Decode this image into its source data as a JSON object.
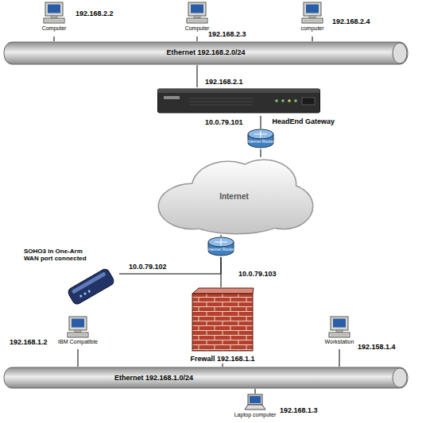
{
  "diagram": {
    "nodes": [
      {
        "text": [
          "Computer"
        ]
      },
      {
        "text": [
          "Computer"
        ]
      },
      {
        "text": [
          "computer"
        ]
      },
      {
        "text": [
          "Ethernet 192.168.2.0/24"
        ]
      },
      {
        "text": [
          "HeadEnd Gateway"
        ]
      },
      {
        "text": [
          "Internet Router"
        ]
      },
      {
        "text": [
          "Internet"
        ]
      },
      {
        "text": [
          "Internet Router"
        ]
      },
      {
        "text": [
          "SOHO3 in One-Arm WAN port connected"
        ]
      },
      {
        "text": [
          "Frewall 192.168.1.1"
        ]
      },
      {
        "text": [
          "IBM Compatible"
        ]
      },
      {
        "text": [
          "Workstation"
        ]
      },
      {
        "text": [
          "Ethernet 192.168.1.0/24"
        ]
      },
      {
        "text": [
          "Laptop computer"
        ]
      }
    ],
    "edges": [
      {
        "from": 0,
        "to": 3,
        "arrow": "none"
      },
      {
        "from": 1,
        "to": 3,
        "arrow": "none"
      },
      {
        "from": 2,
        "to": 3,
        "arrow": "none"
      },
      {
        "from": 3,
        "to": 4,
        "arrow": "none"
      },
      {
        "from": 4,
        "to": 5,
        "arrow": "none"
      },
      {
        "from": 5,
        "to": 6,
        "arrow": "none"
      },
      {
        "from": 6,
        "to": 7,
        "arrow": "none"
      },
      {
        "from": 7,
        "to": 9,
        "arrow": "none"
      },
      {
        "from": 7,
        "to": 8,
        "arrow": "none"
      },
      {
        "from": 9,
        "to": 12,
        "arrow": "none"
      },
      {
        "from": 10,
        "to": 12,
        "arrow": "none"
      },
      {
        "from": 11,
        "to": 12,
        "arrow": "none"
      },
      {
        "from": 12,
        "to": 13,
        "arrow": "none"
      }
    ],
    "labels": [
      "192.168.2.2",
      "192.168.2.3",
      "192.168.2.4",
      "192.168.2.1",
      "10.0.79.101",
      "10.0.79.102",
      "10.0.79.103",
      "192.168.1.2",
      "192.158.1.4",
      "192.168.1.3"
    ]
  }
}
